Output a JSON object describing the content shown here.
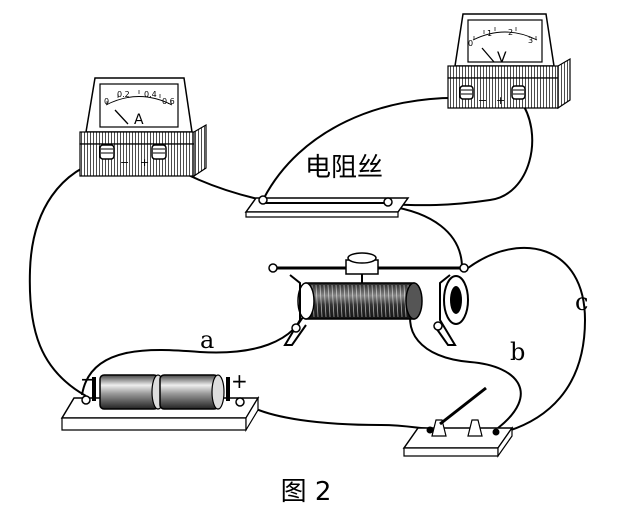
{
  "figure_caption": "图 2",
  "resistance_wire_label": "电阻丝",
  "wire_labels": {
    "a": "a",
    "b": "b",
    "c": "c"
  },
  "ammeter": {
    "unit_symbol": "A",
    "scale_ticks": [
      "0",
      "0.2",
      "0.4",
      "0.6"
    ],
    "terminal_minus": "−",
    "terminal_plus": "+"
  },
  "voltmeter": {
    "unit_symbol": "V",
    "scale_ticks": [
      "0",
      "1",
      "2",
      "3"
    ],
    "terminal_minus": "−",
    "terminal_plus": "+"
  },
  "battery": {
    "minus": "−",
    "plus": "+"
  }
}
